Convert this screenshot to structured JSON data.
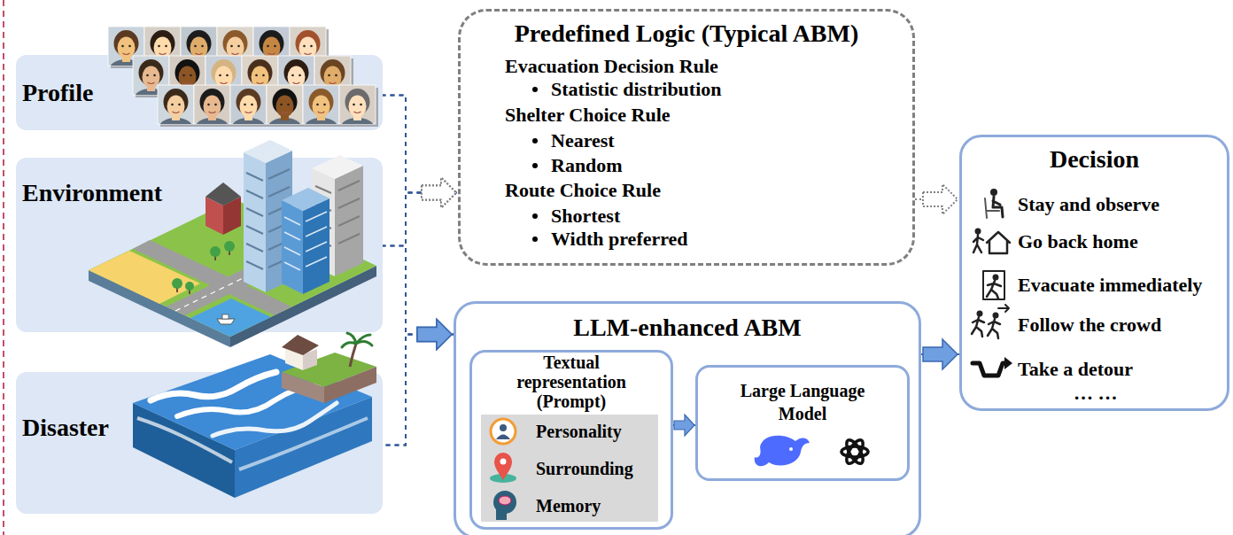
{
  "diagram": {
    "nodes": [
      {
        "text": [
          "Profile"
        ]
      },
      {
        "text": [
          "Environment"
        ]
      },
      {
        "text": [
          "Disaster"
        ]
      },
      {
        "text": [
          "Predefined Logic (Typical ABM)",
          "Evacuation Decision Rule",
          "Statistic distribution",
          "Shelter Choice Rule",
          "Nearest",
          "Random",
          "Route Choice Rule",
          "Shortest",
          "Width preferred"
        ]
      },
      {
        "text": [
          "LLM-enhanced ABM"
        ]
      },
      {
        "text": [
          "Textual representation (Prompt)"
        ],
        "in": 4
      },
      {
        "text": [
          "Personality",
          "Surrounding",
          "Memory"
        ],
        "in": 5
      },
      {
        "text": [
          "Large Language Model"
        ],
        "in": 4
      },
      {
        "text": [
          "Decision",
          "Stay and observe",
          "Go back home",
          "Evacuate immediately",
          "Follow the crowd",
          "Take a detour",
          "… …"
        ]
      }
    ],
    "edges": [
      {
        "from": 0,
        "to": 3,
        "arrow": "to"
      },
      {
        "from": 1,
        "to": 3,
        "arrow": "to"
      },
      {
        "from": 2,
        "to": 3,
        "arrow": "to"
      },
      {
        "from": 0,
        "to": 4,
        "arrow": "to"
      },
      {
        "from": 1,
        "to": 4,
        "arrow": "to"
      },
      {
        "from": 2,
        "to": 4,
        "arrow": "to"
      },
      {
        "from": 3,
        "to": 8,
        "arrow": "to"
      },
      {
        "from": 5,
        "to": 7,
        "arrow": "to"
      },
      {
        "from": 4,
        "to": 8,
        "arrow": "to"
      }
    ]
  }
}
